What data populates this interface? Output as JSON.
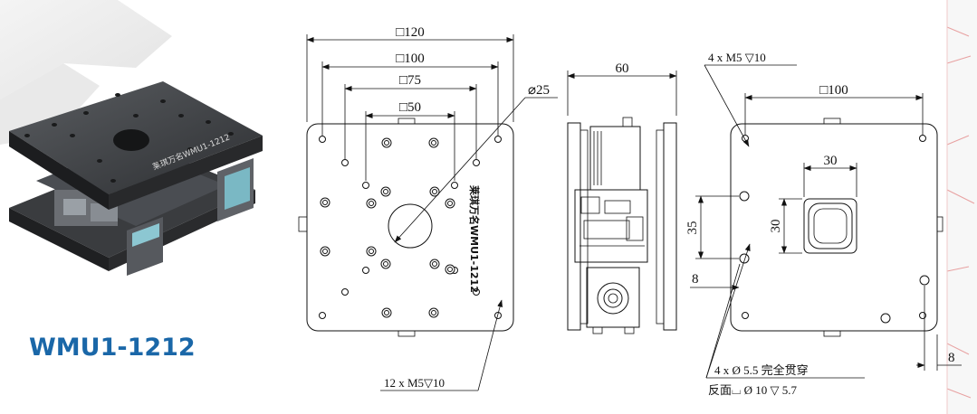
{
  "product": {
    "model": "WMU1-1212",
    "plate_engraving": "莱琪万名WMU1-1212"
  },
  "top_view": {
    "dim_square_120": "□120",
    "dim_square_100": "□100",
    "dim_square_75": "□75",
    "dim_square_50": "□50",
    "dim_diameter_25": "⌀25",
    "callout_holes": "12 x  M5▽10"
  },
  "side_view": {
    "dim_height": "60"
  },
  "bottom_view": {
    "callout_top": "4 x  M5 ▽10",
    "dim_square_100": "□100",
    "dim_30_width": "30",
    "dim_30_height": "30",
    "dim_35": "35",
    "dim_8_left": "8",
    "dim_8_right": "8",
    "callout_through_line1": "4 x  Ø  5.5 完全贯穿",
    "callout_through_line2": "反面⌴  Ø  10  ▽  5.7"
  }
}
